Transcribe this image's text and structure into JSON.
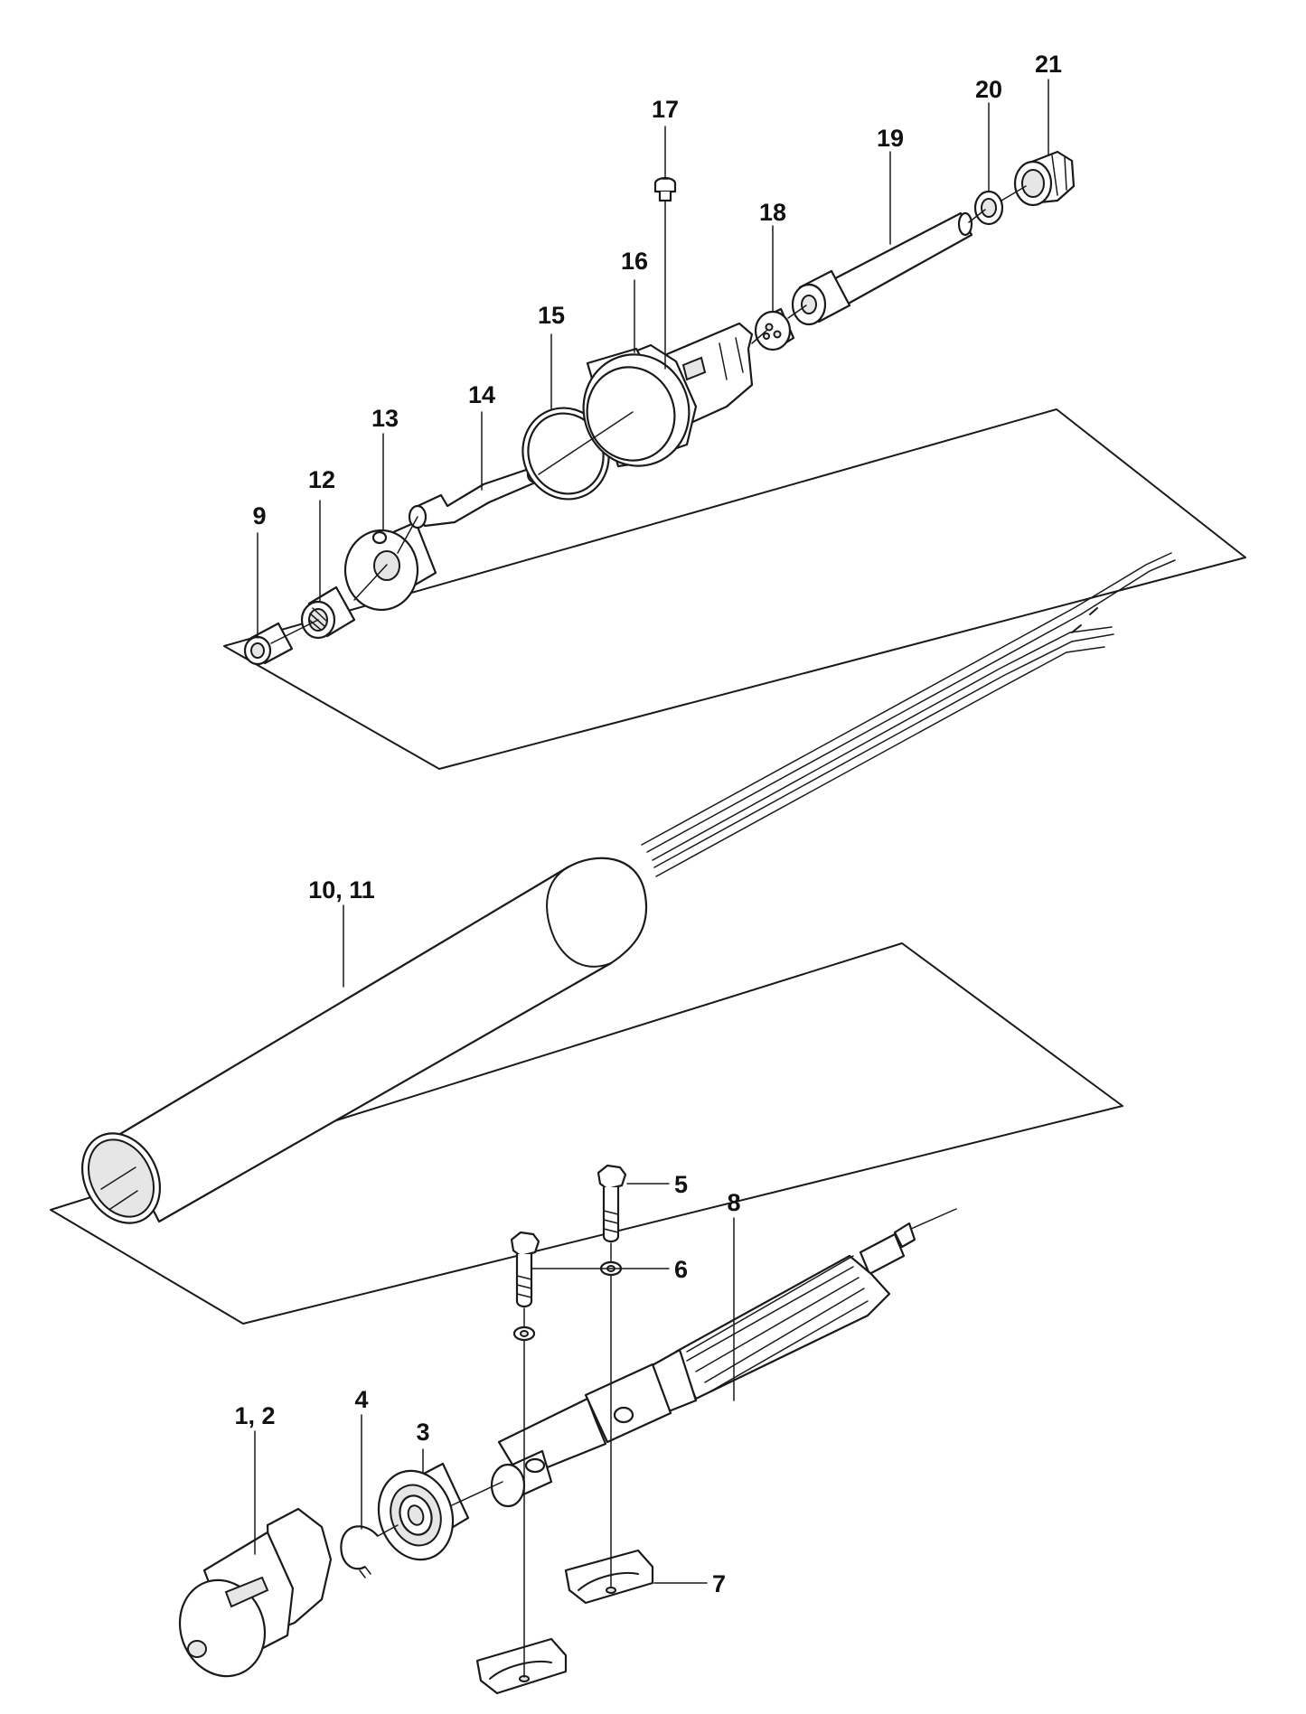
{
  "callouts": {
    "p1_2": "1, 2",
    "p3": "3",
    "p4": "4",
    "p5": "5",
    "p6": "6",
    "p7": "7",
    "p8": "8",
    "p9": "9",
    "p10_11": "10, 11",
    "p12": "12",
    "p13": "13",
    "p14": "14",
    "p15": "15",
    "p16": "16",
    "p17": "17",
    "p18": "18",
    "p19": "19",
    "p20": "20",
    "p21": "21"
  }
}
